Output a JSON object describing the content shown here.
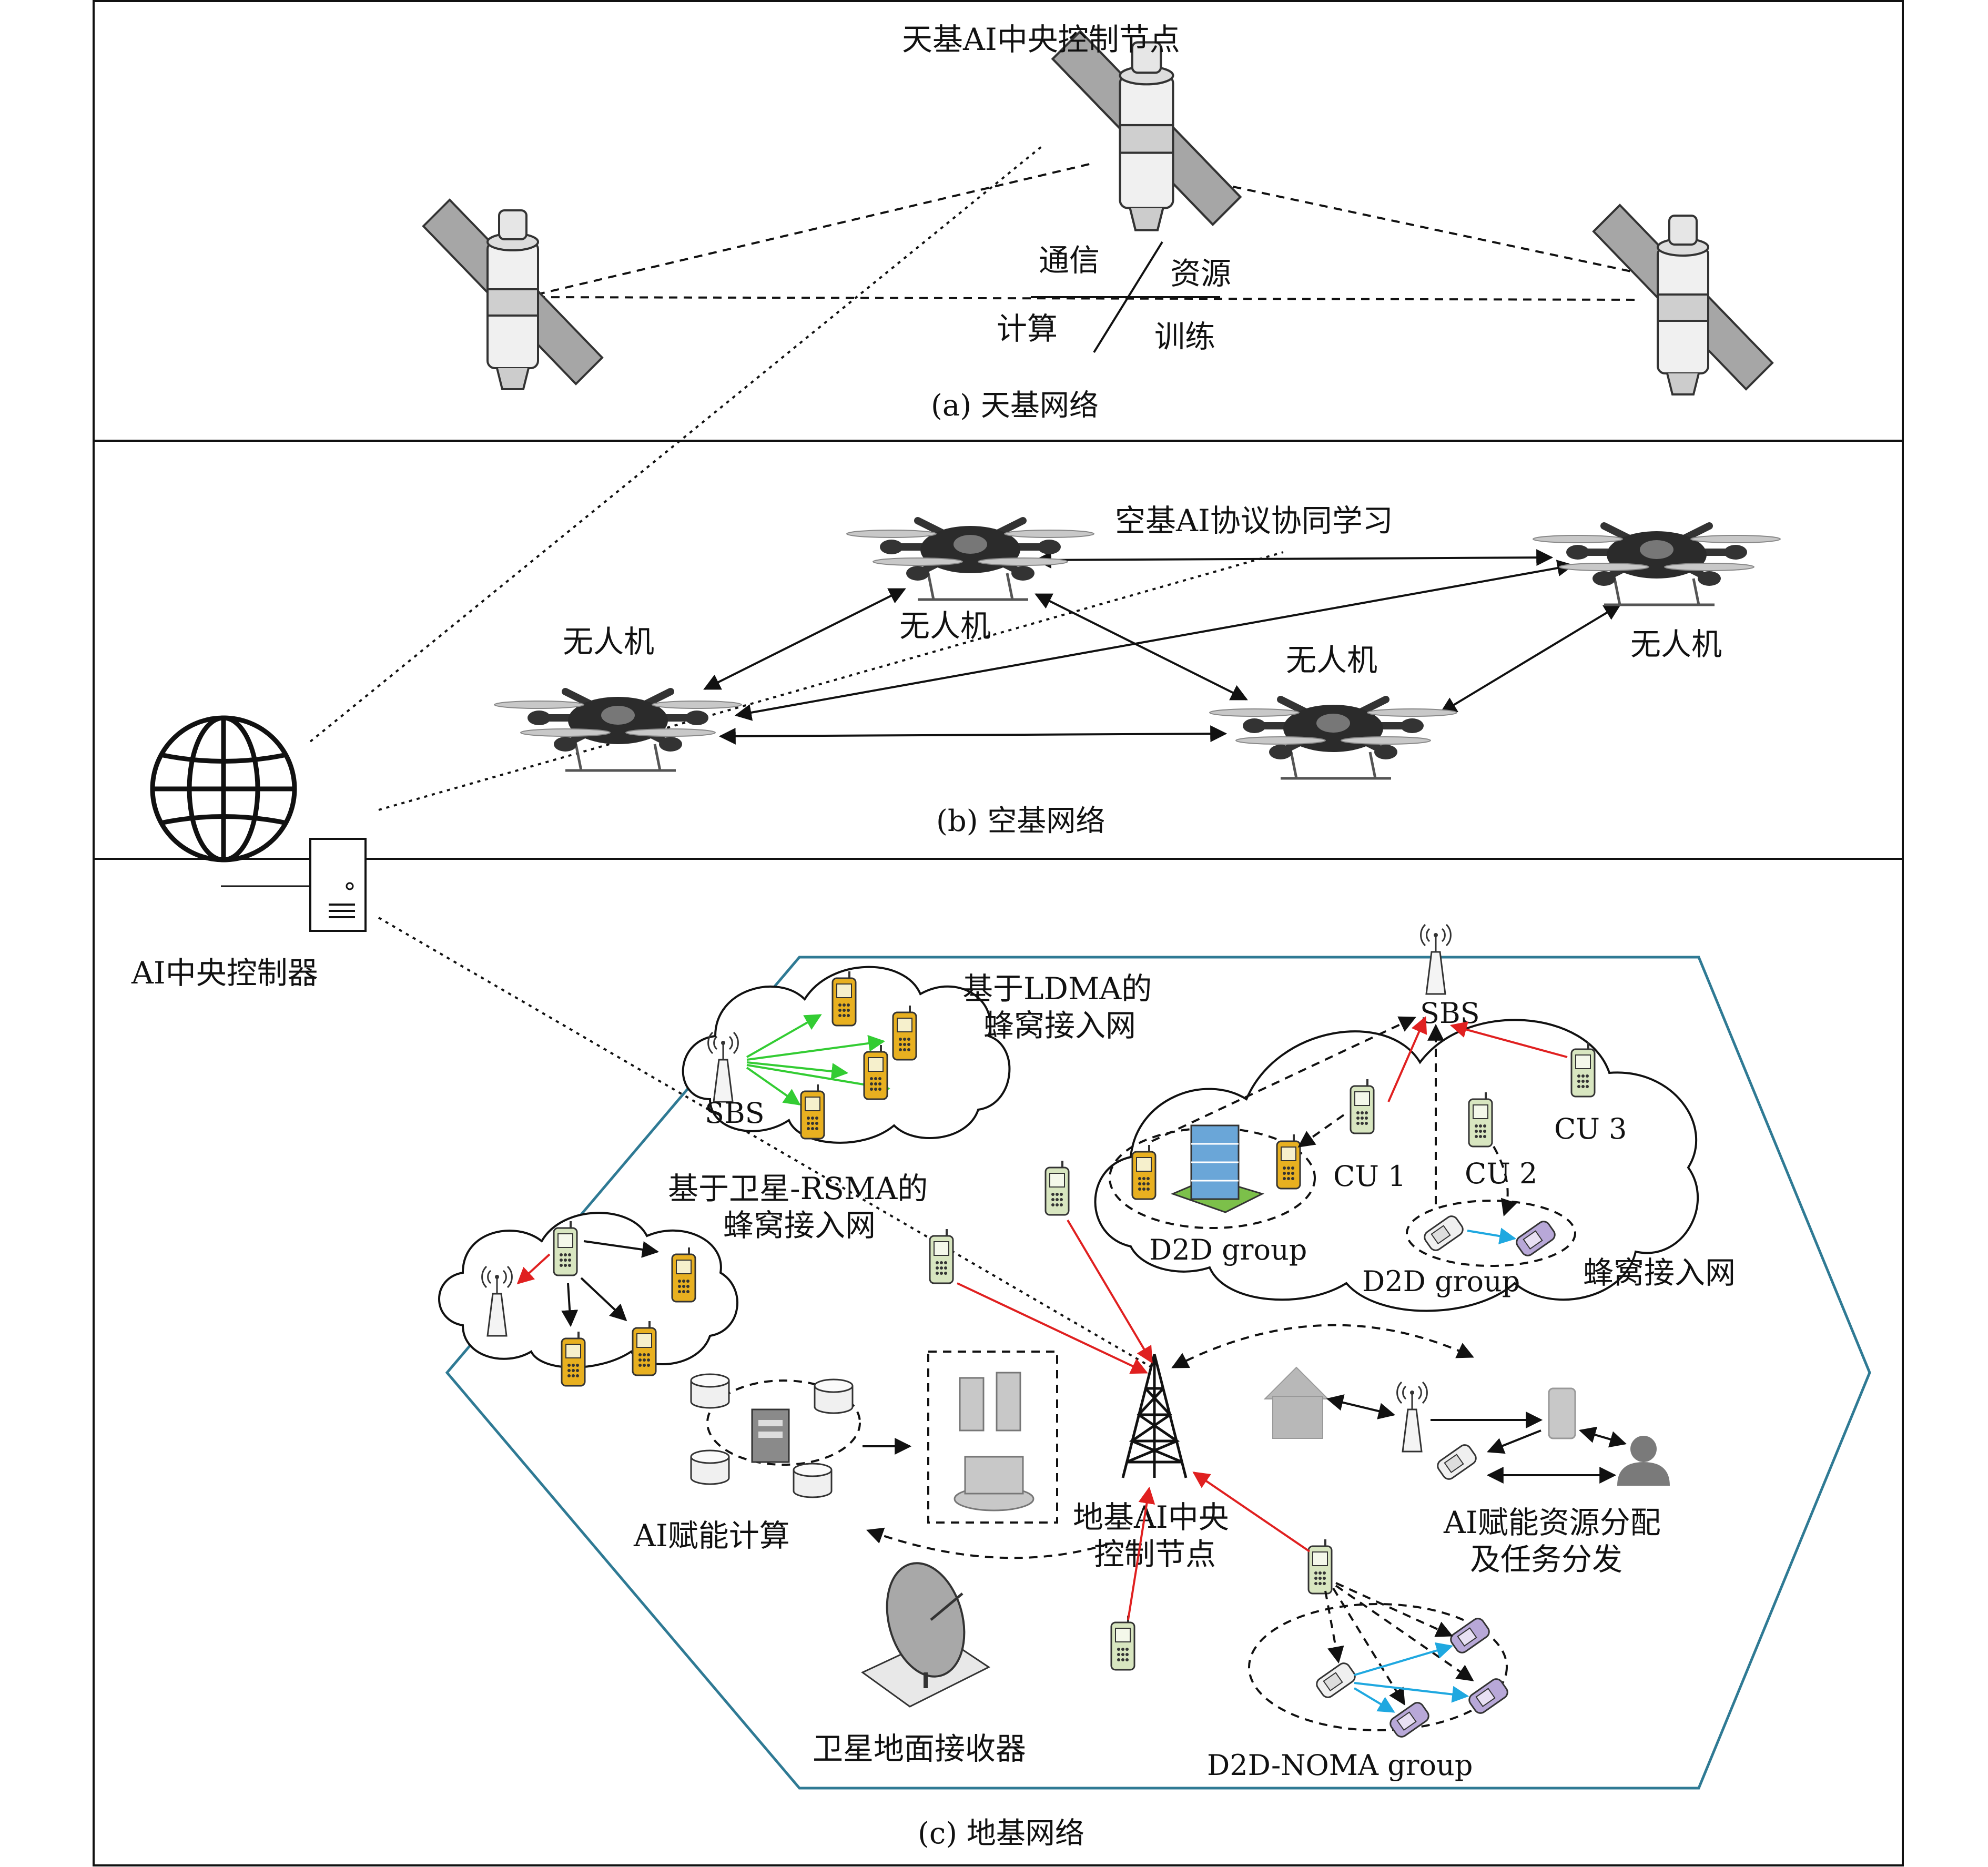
{
  "panels": {
    "space": {
      "caption": "(a) 天基网络",
      "node_label": "天基AI中央控制节点",
      "quad": {
        "comm": "通信",
        "resource": "资源",
        "compute": "计算",
        "train": "训练"
      }
    },
    "air": {
      "caption": "(b) 空基网络",
      "protocol_label": "空基AI协议协同学习",
      "uav_labels": [
        "无人机",
        "无人机",
        "无人机",
        "无人机"
      ]
    },
    "ground": {
      "caption": "(c) 地基网络",
      "controller_label": "AI中央控制器",
      "ldma_label": [
        "基于LDMA的",
        "蜂窝接入网"
      ],
      "rsma_label": [
        "基于卫星-RSMA的",
        "蜂窝接入网"
      ],
      "sbs_left": "SBS",
      "sbs_right": "SBS",
      "cellular_label": "蜂窝接入网",
      "cu1": "CU 1",
      "cu2": "CU 2",
      "cu3": "CU 3",
      "d2d_group_1": "D2D group",
      "d2d_group_2": "D2D group",
      "center_label": [
        "地基AI中央",
        "控制节点"
      ],
      "compute_label": "AI赋能计算",
      "alloc_label": [
        "AI赋能资源分配",
        "及任务分发"
      ],
      "receiver_label": "卫星地面接收器",
      "noma_label": "D2D-NOMA group"
    }
  },
  "colors": {
    "hexagon": "#2f7a94",
    "red_arrow": "#e02020",
    "green_arrow": "#33cc33",
    "cyan_arrow": "#1fa8e0",
    "phone_yellow": "#e8b020",
    "phone_green": "#d8e6c0",
    "phone_purple": "#b8a8d8"
  },
  "icons": [
    "satellite-icon",
    "drone-icon",
    "globe-icon",
    "server-icon",
    "tower-icon",
    "phone-icon",
    "building-icon",
    "house-icon",
    "person-icon",
    "dish-icon",
    "database-icon"
  ]
}
